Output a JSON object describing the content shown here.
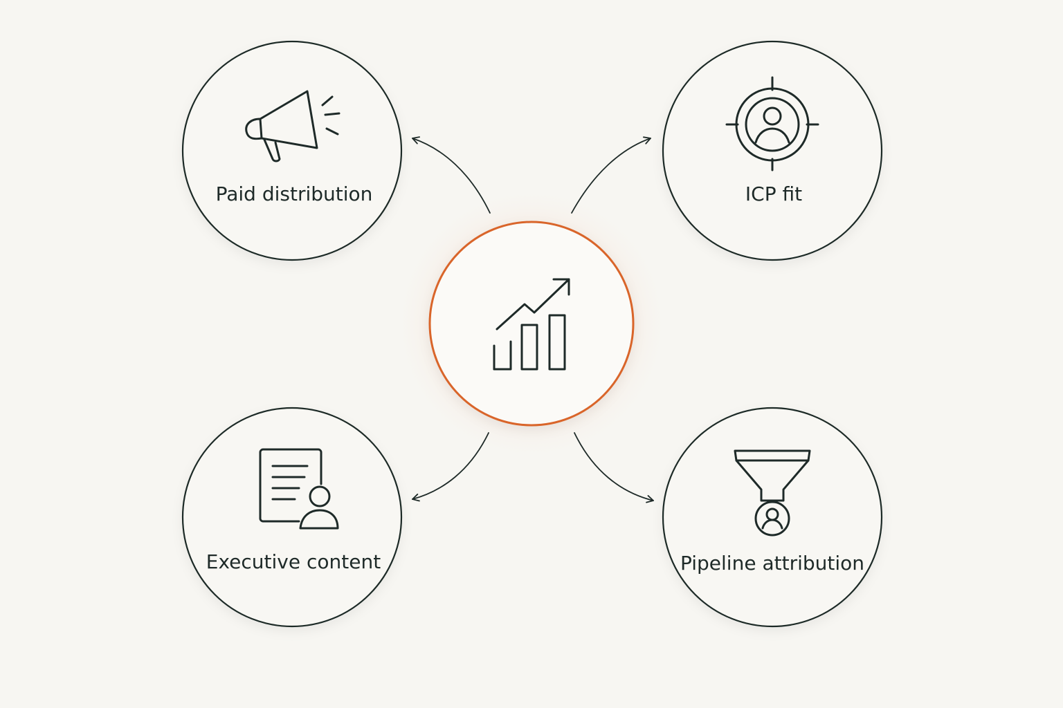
{
  "diagram": {
    "hub": {
      "name": "growth-chart",
      "icon": "growth-chart-icon"
    },
    "nodes": [
      {
        "key": "paid",
        "label": "Paid distribution",
        "icon": "megaphone-icon"
      },
      {
        "key": "icp",
        "label": "ICP fit",
        "icon": "target-user-icon"
      },
      {
        "key": "content",
        "label": "Executive content",
        "icon": "document-user-icon"
      },
      {
        "key": "pipeline",
        "label": "Pipeline attribution",
        "icon": "funnel-user-icon"
      }
    ]
  },
  "colors": {
    "background": "#f7f6f2",
    "ink": "#1e2a28",
    "accent": "#d9652b",
    "glow": "#f6e3d6"
  }
}
